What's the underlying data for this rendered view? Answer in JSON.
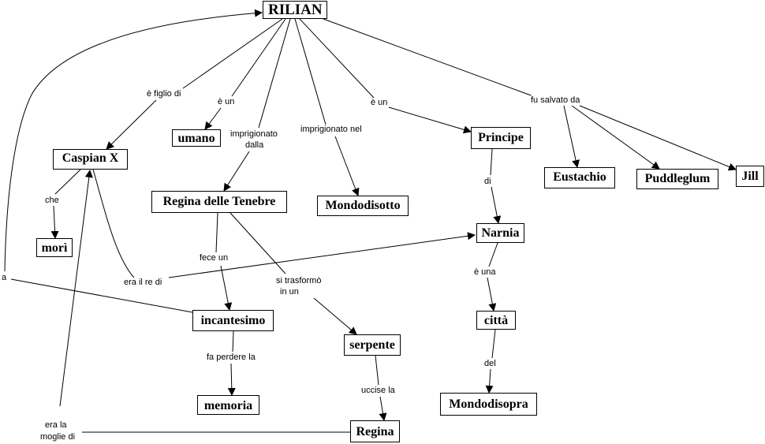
{
  "concepts": {
    "rilian": "RILIAN",
    "caspian": "Caspian X",
    "umano": "umano",
    "regina_tenebre": "Regina delle Tenebre",
    "mondodisotto": "Mondodisotto",
    "principe": "Principe",
    "eustachio": "Eustachio",
    "puddleglum": "Puddleglum",
    "jill": "Jill",
    "mori": "morì",
    "narnia": "Narnia",
    "incantesimo": "incantesimo",
    "serpente": "serpente",
    "citta": "città",
    "memoria": "memoria",
    "mondodisopra": "Mondodisopra",
    "regina": "Regina"
  },
  "links": {
    "figlio": "è figlio di",
    "eun1": "è un",
    "impr_dalla_1": "imprigionato",
    "impr_dalla_2": "dalla",
    "impr_nel": "imprigionato nel",
    "eun2": "è un",
    "salvato": "fu salvato da",
    "che": "che",
    "di": "di",
    "fece": "fece un",
    "re": "era il re di",
    "trasf_1": "si trasformò",
    "trasf_2": "in un",
    "euna": "è una",
    "a": "a",
    "fa_perdere": "fa perdere la",
    "del": "del",
    "uccise": "uccise la",
    "moglie_1": "era la",
    "moglie_2": "moglie di"
  }
}
